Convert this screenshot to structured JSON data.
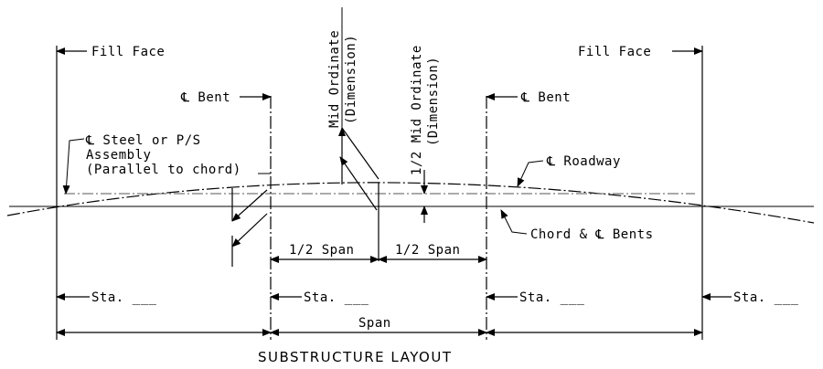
{
  "labels": {
    "fill_face_left": "Fill Face",
    "fill_face_right": "Fill Face",
    "cl_bent_left": "℄ Bent",
    "cl_bent_right": "℄ Bent",
    "mid_ordinate_1": "Mid Ordinate",
    "mid_ordinate_2": "(Dimension)",
    "half_mid_ordinate_1": "1/2 Mid Ordinate",
    "half_mid_ordinate_2": "(Dimension)",
    "steel_1": "℄ Steel or P/S",
    "steel_2": "Assembly",
    "steel_3": "(Parallel to chord)",
    "roadway": "℄ Roadway",
    "chord_bents": "Chord & ℄ Bents",
    "half_span_left": "1/2 Span",
    "half_span_right": "1/2 Span",
    "sta_1": "Sta. ___",
    "sta_2": "Sta. ___",
    "sta_3": "Sta. ___",
    "sta_4": "Sta. ___",
    "span": "Span",
    "title": "SUBSTRUCTURE LAYOUT"
  },
  "colors": {
    "ink": "#000000",
    "background": "#ffffff"
  }
}
